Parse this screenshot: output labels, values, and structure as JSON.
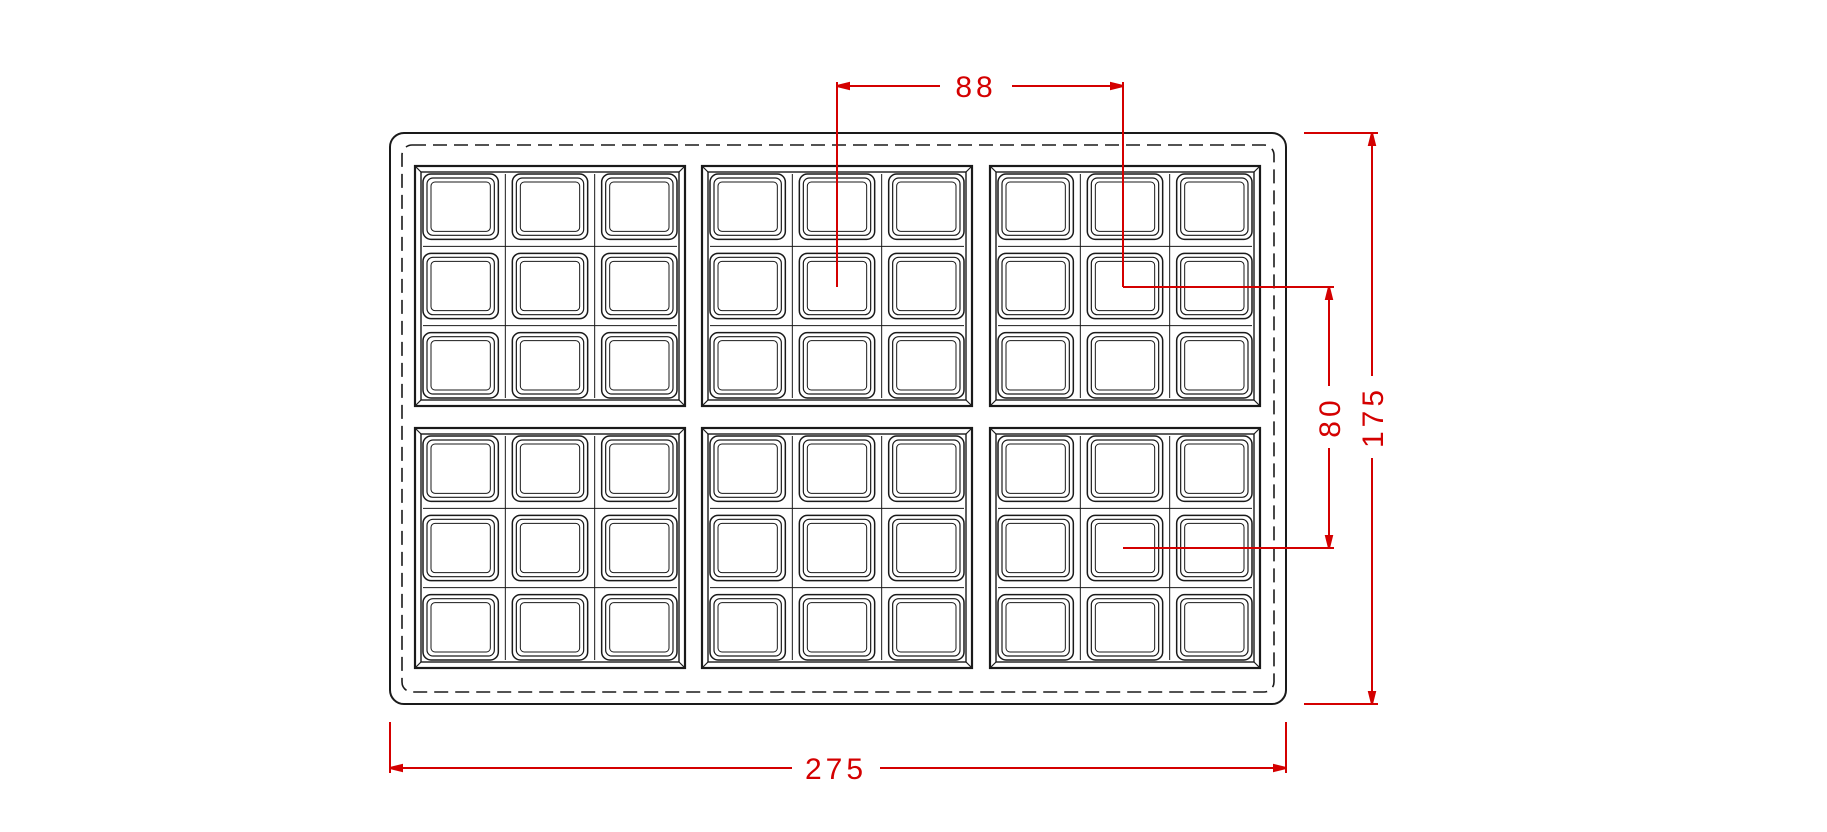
{
  "drawing": {
    "line_color": "#1a1a1a",
    "dimension_color": "#d40000",
    "cavity_grid": {
      "rows": 2,
      "cols": 3,
      "pieces_per_cavity_rows": 3,
      "pieces_per_cavity_cols": 3
    }
  },
  "dimensions": {
    "overall_width": "275",
    "overall_height": "175",
    "cavity_pitch_x": "88",
    "cavity_pitch_y": "80"
  }
}
